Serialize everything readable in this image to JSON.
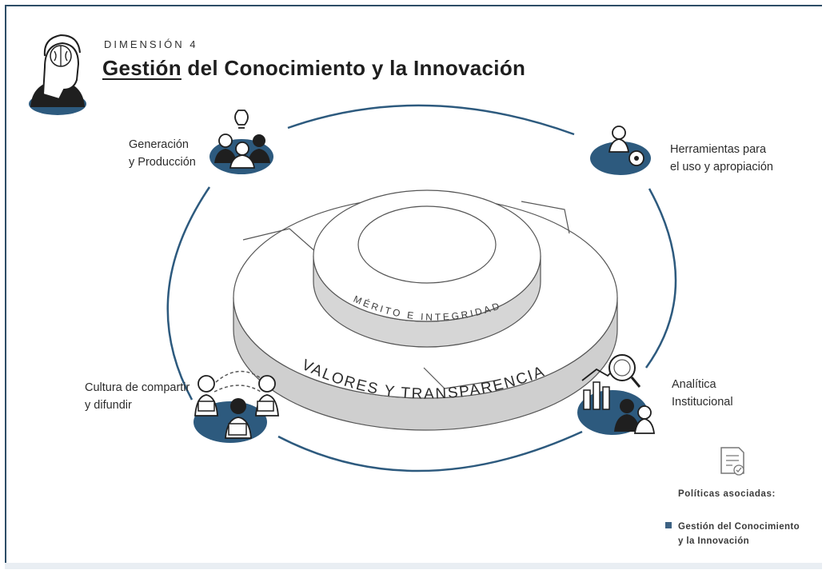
{
  "header": {
    "kicker": "DIMENSIÓN 4",
    "title_underlined": "Gestión",
    "title_rest": " del Conocimiento y la Innovación"
  },
  "inner_ring_text": "MÉRITO E INTEGRIDAD",
  "outer_ring_text": "VALORES Y TRANSPARENCIA",
  "nodes": {
    "top_left": {
      "line1": "Generación",
      "line2": "y Producción"
    },
    "top_right": {
      "line1": "Herramientas para",
      "line2": "el uso y apropiación"
    },
    "bottom_left": {
      "line1": "Cultura de compartir",
      "line2": "y difundir"
    },
    "bottom_right": {
      "line1": "Analítica",
      "line2": "Institucional"
    }
  },
  "policies": {
    "title": "Políticas asociadas:",
    "items": [
      {
        "line1": "Gestión del Conocimiento",
        "line2": "y la Innovación"
      }
    ]
  },
  "colors": {
    "accent": "#2d5a7e",
    "dark": "#1f1f1f",
    "ring_side": "#cfcfcf",
    "frame": "#2d4d67"
  },
  "icons": [
    "brain-head-icon",
    "lightbulb-team-icon",
    "person-gear-icon",
    "people-sharing-icon",
    "analytics-people-icon",
    "document-check-icon"
  ]
}
